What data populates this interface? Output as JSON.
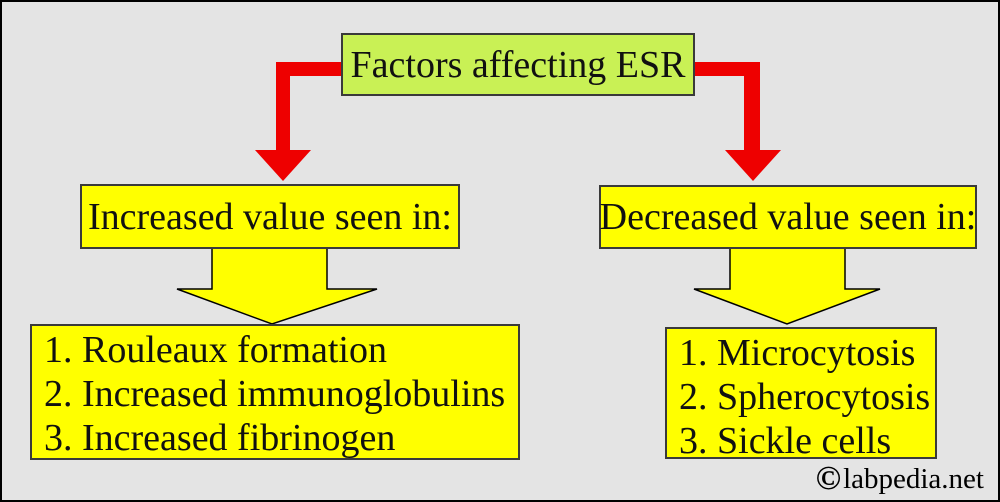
{
  "diagram": {
    "title": "Factors affecting ESR",
    "left_branch": {
      "header": "Increased value seen in:",
      "items": [
        "1. Rouleaux formation",
        "2. Increased immunoglobulins",
        "3. Increased fibrinogen"
      ]
    },
    "right_branch": {
      "header": "Decreased value seen in:",
      "items": [
        "1. Microcytosis",
        "2. Spherocytosis",
        "3. Sickle cells"
      ]
    },
    "watermark": {
      "symbol": "©",
      "text": "labpedia.net"
    },
    "colors": {
      "background": "#e4e4e4",
      "title_fill": "#c9f155",
      "box_fill": "#ffff00",
      "arrow_red": "#ee0000",
      "border": "#3a3a3a",
      "text": "#111111"
    }
  }
}
